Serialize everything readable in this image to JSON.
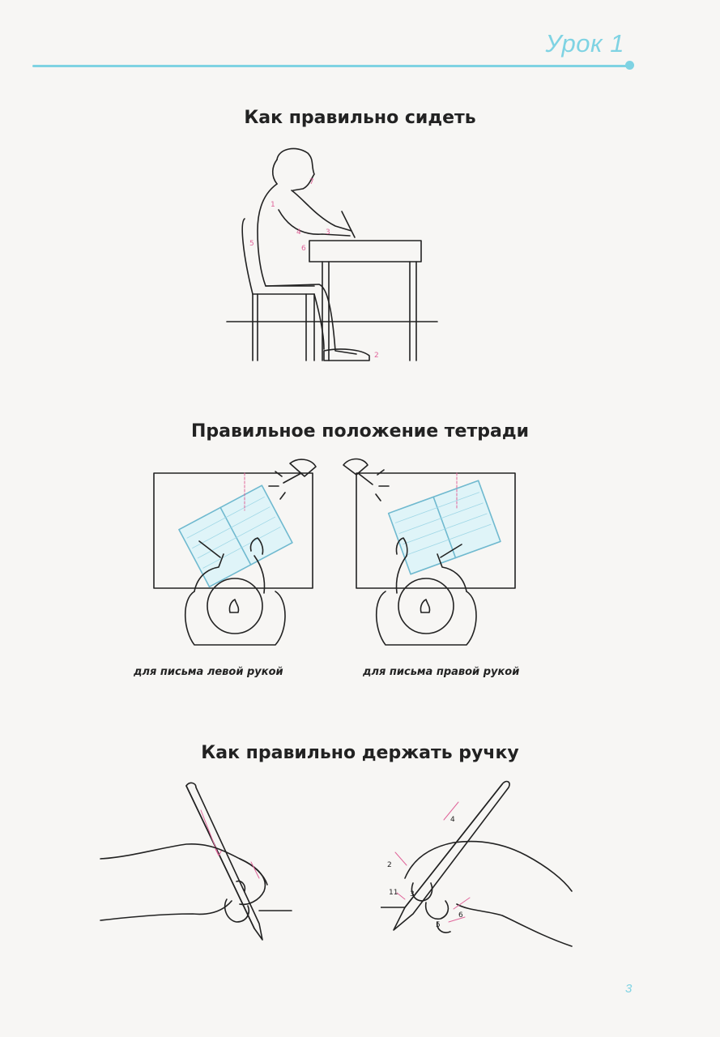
{
  "header": {
    "lesson": "Урок 1",
    "accent_color": "#7fd3e3"
  },
  "sections": {
    "sitting": {
      "title": "Как правильно сидеть",
      "markers": [
        "7",
        "1",
        "3",
        "4",
        "5",
        "6",
        "2"
      ]
    },
    "notebook": {
      "title": "Правильное положение тетради",
      "left_caption": "для письма левой рукой",
      "right_caption": "для письма правой рукой"
    },
    "pen": {
      "title": "Как правильно держать ручку",
      "markers": [
        "4",
        "2",
        "11",
        "3",
        "6",
        "5"
      ]
    }
  },
  "footer": {
    "page_number": "3"
  },
  "marker_color": "#e0659a"
}
